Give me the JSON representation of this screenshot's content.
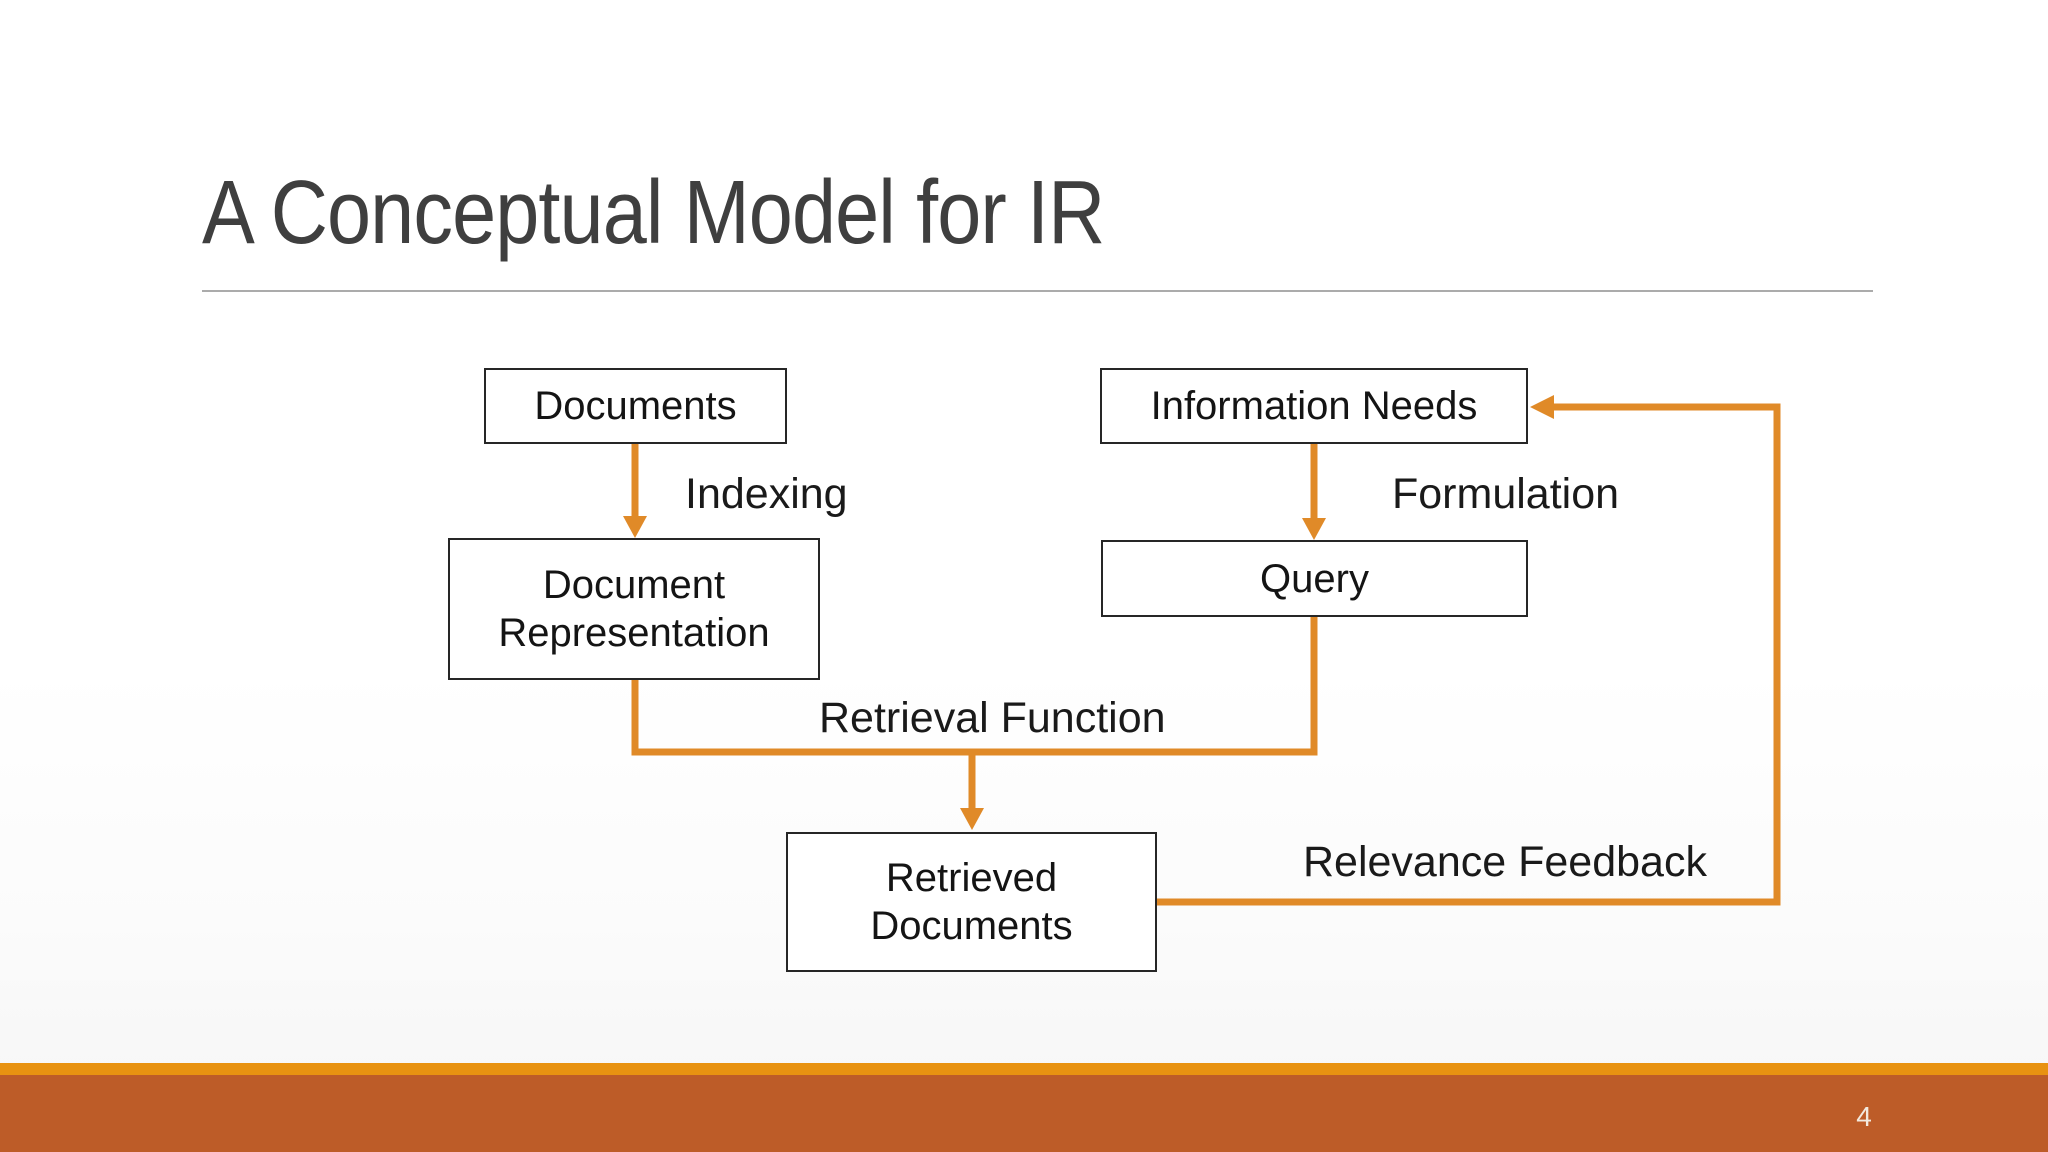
{
  "slide": {
    "title": "A Conceptual Model for IR",
    "page_number": "4"
  },
  "colors": {
    "accent_orange": "#E08A28",
    "footer_strip_orange": "#E89211",
    "footer_bar_rust": "#BD5C28",
    "title_gray": "#3F3F3F",
    "box_border_black": "#262626",
    "divider_gray": "#ABABAB",
    "page_number_cream": "#F2E9DE"
  },
  "diagram": {
    "nodes": [
      {
        "id": "documents",
        "label": "Documents"
      },
      {
        "id": "information-needs",
        "label": "Information Needs"
      },
      {
        "id": "document-representation",
        "label": "Document Representation"
      },
      {
        "id": "query",
        "label": "Query"
      },
      {
        "id": "retrieved-documents",
        "label": "Retrieved Documents"
      }
    ],
    "edges": [
      {
        "from": "documents",
        "to": "document-representation",
        "label": "Indexing"
      },
      {
        "from": "information-needs",
        "to": "query",
        "label": "Formulation"
      },
      {
        "from": "document-representation + query",
        "to": "retrieved-documents",
        "label": "Retrieval Function"
      },
      {
        "from": "retrieved-documents",
        "to": "information-needs",
        "label": "Relevance Feedback"
      }
    ]
  }
}
